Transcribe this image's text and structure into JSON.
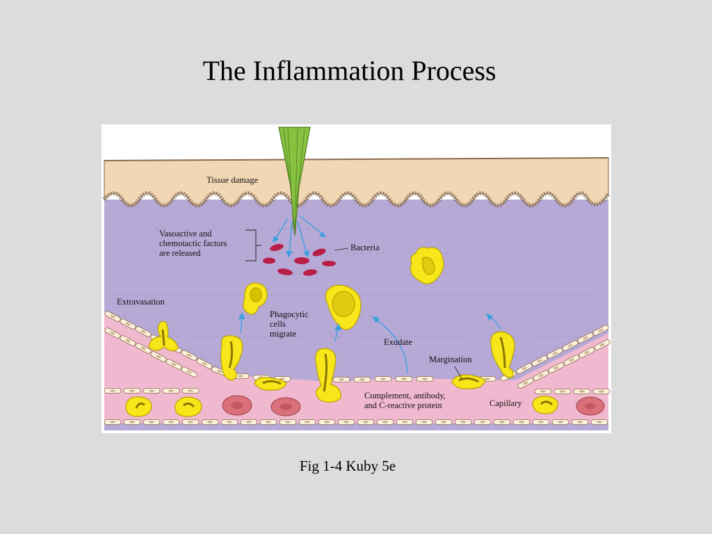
{
  "slide": {
    "title": "The Inflammation Process",
    "caption": "Fig 1-4  Kuby 5e"
  },
  "diagram": {
    "labels": {
      "tissue_damage": "Tissue damage",
      "vasoactive_1": "Vasoactive and",
      "vasoactive_2": "chemotactic factors",
      "vasoactive_3": "are released",
      "bacteria": "Bacteria",
      "extravasation": "Extravasation",
      "phagocytic_1": "Phagocytic",
      "phagocytic_2": "cells",
      "phagocytic_3": "migrate",
      "exudate": "Exudate",
      "margination": "Margination",
      "complement_1": "Complement, antibody,",
      "complement_2": "and C-reactive protein",
      "capillary": "Capillary"
    },
    "colors": {
      "tissue_layer": "#f2d7b4",
      "connective_tissue": "#b6a9d6",
      "capillary_lumen": "#f1b9cf",
      "phagocyte": "#f6e61a",
      "red_blood_cell": "#d9707a",
      "bacteria": "#b81e46",
      "thorn": "#86c240",
      "chemotaxis_arrow": "#3c9fe0"
    }
  }
}
